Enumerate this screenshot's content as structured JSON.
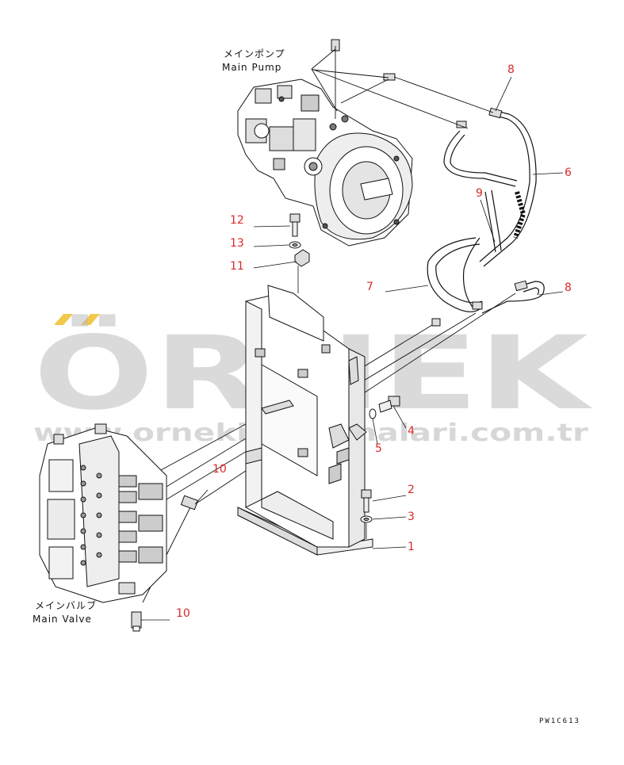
{
  "labels": {
    "pump_jp": "メインポンプ",
    "pump_en": "Main Pump",
    "valve_jp": "メインバルブ",
    "valve_en": "Main Valve"
  },
  "callouts": [
    "8",
    "6",
    "9",
    "12",
    "13",
    "11",
    "7",
    "8",
    "4",
    "5",
    "10",
    "2",
    "3",
    "1",
    "10"
  ],
  "drawing_code": "PW1C613",
  "watermark": {
    "brand": "ÖRNEK",
    "url": "www.ornekismakinalari.com.tr",
    "color": "#bdbdbd",
    "accent": "#f2c84b"
  },
  "colors": {
    "callout": "#d92a2a",
    "line": "#111111"
  }
}
